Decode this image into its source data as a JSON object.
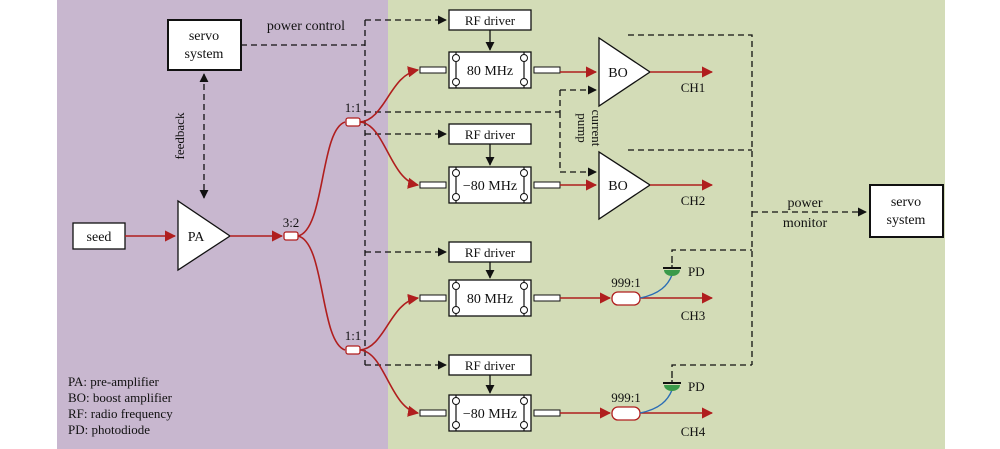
{
  "background": {
    "left_panel_color": "#c8b7cf",
    "right_panel_color": "#d3dcb7"
  },
  "colors": {
    "fiber": "#b01e1e",
    "pd_fiber": "#2a6db5",
    "pd_head": "#3a9a4a",
    "line": "#111111"
  },
  "components": {
    "seed": "seed",
    "pa": "PA",
    "servo_left": [
      "servo",
      "system"
    ],
    "servo_right": [
      "servo",
      "system"
    ],
    "splitter_main": "3:2",
    "splitter_top": "1:1",
    "splitter_bottom": "1:1",
    "rf_drivers": [
      "RF driver",
      "RF driver",
      "RF driver",
      "RF driver"
    ],
    "aoms": [
      "80 MHz",
      "−80 MHz",
      "80 MHz",
      "−80 MHz"
    ],
    "boost_amps": [
      "BO",
      "BO"
    ],
    "taps": [
      "999:1",
      "999:1"
    ],
    "photodiodes": [
      "PD",
      "PD"
    ],
    "channels": [
      "CH1",
      "CH2",
      "CH3",
      "CH4"
    ]
  },
  "annotations": {
    "power_control": "power control",
    "feedback": "feedback",
    "pump_current": [
      "pump",
      "current"
    ],
    "power_monitor": [
      "power",
      "monitor"
    ]
  },
  "legend": [
    "PA: pre-amplifier",
    "BO: boost amplifier",
    "RF: radio frequency",
    "PD: photodiode"
  ]
}
